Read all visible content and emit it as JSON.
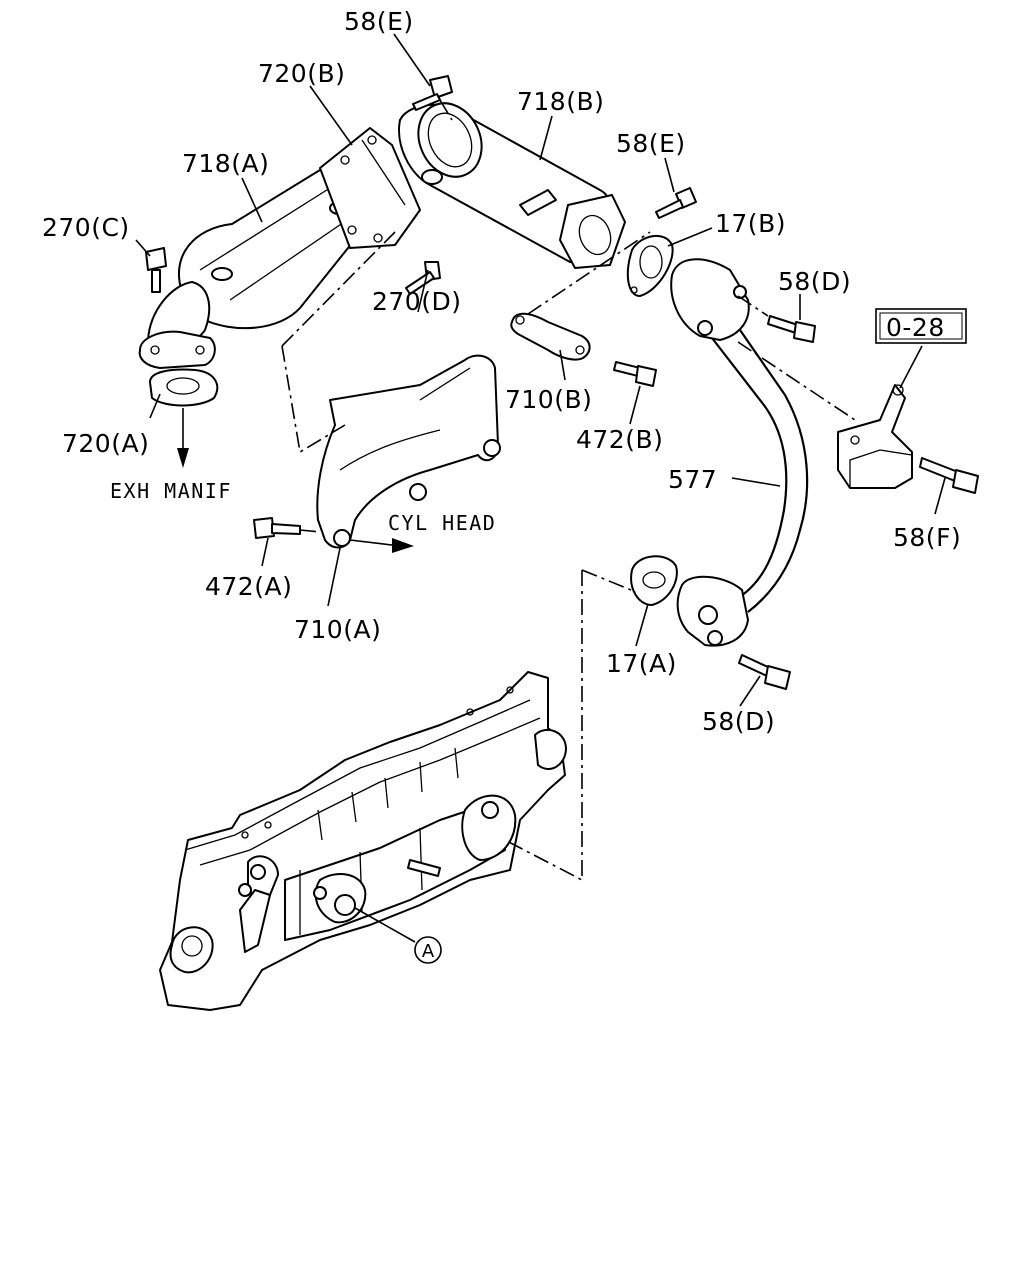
{
  "labels": {
    "bolt_58e_top": "58(E)",
    "gasket_720b": "720(B)",
    "cooler_718b": "718(B)",
    "cooler_718a": "718(A)",
    "bolt_58e_right": "58(E)",
    "gasket_17b": "17(B)",
    "bolt_270c": "270(C)",
    "bolt_58d_upper": "58(D)",
    "bolt_270d": "270(D)",
    "ref_028": "0-28",
    "bracket_710b": "710(B)",
    "gasket_720a": "720(A)",
    "bolt_472b": "472(B)",
    "exh_manif": "EXH MANIF",
    "pipe_577": "577",
    "cyl_head": "CYL HEAD",
    "bolt_58f": "58(F)",
    "bolt_472a": "472(A)",
    "bracket_710a": "710(A)",
    "gasket_17a": "17(A)",
    "bolt_58d_lower": "58(D)",
    "callout_a": "A"
  }
}
